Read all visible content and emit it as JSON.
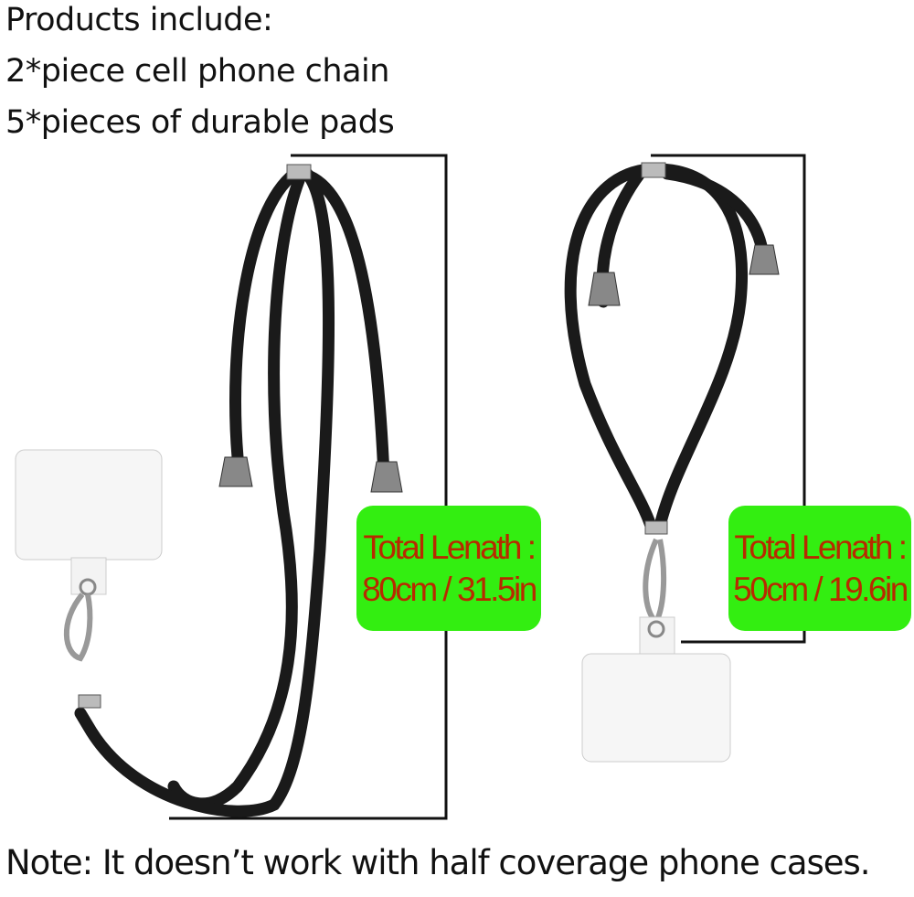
{
  "header": {
    "title": "Products include:",
    "line1": "2*piece cell phone chain",
    "line2": "5*pieces of durable pads"
  },
  "long_lanyard": {
    "label": "Total Lenath :",
    "length": "80cm / 31.5in"
  },
  "short_lanyard": {
    "label": "Total Lenath :",
    "length": "50cm / 19.6in"
  },
  "note": "Note: It doesn’t work with half coverage phone cases.",
  "colors": {
    "badge": "#33ee11",
    "badge_text": "#b82a00",
    "cord": "#1a1a1a"
  }
}
